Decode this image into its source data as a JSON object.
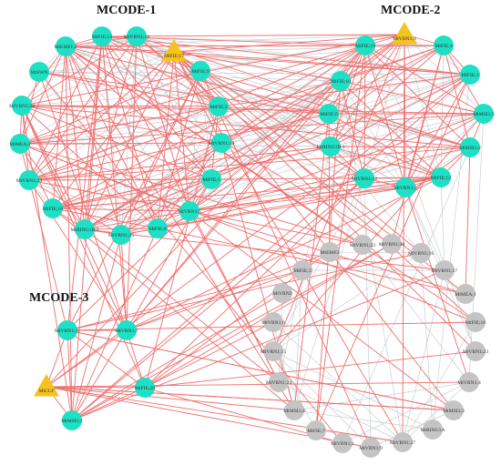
{
  "titles": {
    "mcode1": "MCODE-1",
    "mcode2": "MCODE-2",
    "mcode3": "MCODE-3"
  },
  "colors": {
    "cyan": "#1ee0c4",
    "gray": "#c4c4c4",
    "hub": "#f6c21c",
    "red_edge": "#ee6f6f",
    "gray_edge": "#c9ced2"
  },
  "nodes": [
    {
      "id": "fie13",
      "label": "MtFIE;13",
      "group": "cyan",
      "shape": "circle"
    },
    {
      "id": "vrn118",
      "label": "MtVRN1;18",
      "group": "cyan",
      "shape": "circle"
    },
    {
      "id": "fie17",
      "label": "MtFIE;17",
      "group": "hub",
      "shape": "triangle"
    },
    {
      "id": "emf12",
      "label": "MtEMF1;2",
      "group": "cyan",
      "shape": "circle"
    },
    {
      "id": "fie9",
      "label": "MtFIE;9",
      "group": "cyan",
      "shape": "circle"
    },
    {
      "id": "swn",
      "label": "MtSWN",
      "group": "cyan",
      "shape": "circle"
    },
    {
      "id": "vrn126",
      "label": "MtVRN1;26",
      "group": "cyan",
      "shape": "circle"
    },
    {
      "id": "fie2",
      "label": "MtFIE;2",
      "group": "cyan",
      "shape": "circle"
    },
    {
      "id": "mea2",
      "label": "MtMEA;2",
      "group": "cyan",
      "shape": "circle"
    },
    {
      "id": "vrn110",
      "label": "MtVRN1;10",
      "group": "cyan",
      "shape": "circle"
    },
    {
      "id": "vrn113",
      "label": "MtVRN1;13",
      "group": "cyan",
      "shape": "circle"
    },
    {
      "id": "fie5",
      "label": "MtFIE;5",
      "group": "cyan",
      "shape": "circle"
    },
    {
      "id": "fie16",
      "label": "MtFIE;16",
      "group": "cyan",
      "shape": "circle"
    },
    {
      "id": "vrn15",
      "label": "MtVRN1;5",
      "group": "cyan",
      "shape": "circle"
    },
    {
      "id": "ring1b2",
      "label": "MtRING1B;2",
      "group": "cyan",
      "shape": "circle"
    },
    {
      "id": "vrn125",
      "label": "MtVRN1;25",
      "group": "cyan",
      "shape": "circle"
    },
    {
      "id": "fie8",
      "label": "MtFIE;8",
      "group": "cyan",
      "shape": "circle"
    },
    {
      "id": "vrn13",
      "label": "MtVRN1;3",
      "group": "hub",
      "shape": "triangle"
    },
    {
      "id": "fie19",
      "label": "MtFIE;19",
      "group": "cyan",
      "shape": "circle"
    },
    {
      "id": "fie4",
      "label": "MtFIE;4",
      "group": "cyan",
      "shape": "circle"
    },
    {
      "id": "fie10",
      "label": "MtFIE;10",
      "group": "cyan",
      "shape": "circle"
    },
    {
      "id": "fie1",
      "label": "MtFIE;1",
      "group": "cyan",
      "shape": "circle"
    },
    {
      "id": "fie6",
      "label": "MtFIE;6",
      "group": "cyan",
      "shape": "circle"
    },
    {
      "id": "msi15",
      "label": "MtMSI1;5",
      "group": "cyan",
      "shape": "circle"
    },
    {
      "id": "ring1b1",
      "label": "MtRING1B;1",
      "group": "cyan",
      "shape": "circle"
    },
    {
      "id": "msi12",
      "label": "MtMSI1;2",
      "group": "cyan",
      "shape": "circle"
    },
    {
      "id": "vrn112",
      "label": "MtVRN1;12",
      "group": "cyan",
      "shape": "circle"
    },
    {
      "id": "fie12",
      "label": "MtFIE;12",
      "group": "cyan",
      "shape": "circle"
    },
    {
      "id": "vrn12",
      "label": "MtVRN1;2",
      "group": "cyan",
      "shape": "circle"
    },
    {
      "id": "vrn111",
      "label": "MtVRN1;11",
      "group": "cyan",
      "shape": "circle"
    },
    {
      "id": "vrn17",
      "label": "MtVRN1;7",
      "group": "cyan",
      "shape": "circle"
    },
    {
      "id": "clf",
      "label": "MtCLF",
      "group": "hub",
      "shape": "triangle"
    },
    {
      "id": "fie20",
      "label": "MtFIE;20",
      "group": "cyan",
      "shape": "circle"
    },
    {
      "id": "msi11",
      "label": "MtMSI1;1",
      "group": "cyan",
      "shape": "circle"
    },
    {
      "id": "emf2",
      "label": "MtEMF2",
      "group": "gray",
      "shape": "circle"
    },
    {
      "id": "vrn122",
      "label": "MtVRN1;22",
      "group": "gray",
      "shape": "circle"
    },
    {
      "id": "vrn120",
      "label": "MtVRN1;20",
      "group": "gray",
      "shape": "circle"
    },
    {
      "id": "vrn116",
      "label": "MtVRN1;16",
      "group": "gray",
      "shape": "circle"
    },
    {
      "id": "fie3",
      "label": "MtFIE;3",
      "group": "gray",
      "shape": "circle"
    },
    {
      "id": "vrn117",
      "label": "MtVRN1;17",
      "group": "gray",
      "shape": "circle"
    },
    {
      "id": "vrn2",
      "label": "MtVRN2",
      "group": "gray",
      "shape": "circle"
    },
    {
      "id": "mea1",
      "label": "MtMEA;1",
      "group": "gray",
      "shape": "circle"
    },
    {
      "id": "vrn16",
      "label": "MtVRN1;6",
      "group": "gray",
      "shape": "circle"
    },
    {
      "id": "fie18",
      "label": "MtFIE;18",
      "group": "gray",
      "shape": "circle"
    },
    {
      "id": "vrn115",
      "label": "MtVRN1;15",
      "group": "gray",
      "shape": "circle"
    },
    {
      "id": "vrn123",
      "label": "MtVRN1;23",
      "group": "gray",
      "shape": "circle"
    },
    {
      "id": "vrn124",
      "label": "MtVRN1;24",
      "group": "gray",
      "shape": "circle"
    },
    {
      "id": "vrn14",
      "label": "MtVRN1;4",
      "group": "gray",
      "shape": "circle"
    },
    {
      "id": "msi14",
      "label": "MtMSI1;4",
      "group": "gray",
      "shape": "circle"
    },
    {
      "id": "msi13",
      "label": "MtMSI1;3",
      "group": "gray",
      "shape": "circle"
    },
    {
      "id": "fie7",
      "label": "MtFIE;7",
      "group": "gray",
      "shape": "circle"
    },
    {
      "id": "ring1a",
      "label": "MtRING1A",
      "group": "gray",
      "shape": "circle"
    },
    {
      "id": "vrn11",
      "label": "MtVRN1;1",
      "group": "gray",
      "shape": "circle"
    },
    {
      "id": "vrn19",
      "label": "MtVRN1;9",
      "group": "gray",
      "shape": "circle"
    },
    {
      "id": "vrn127",
      "label": "MtVRN1;27",
      "group": "gray",
      "shape": "circle"
    }
  ]
}
